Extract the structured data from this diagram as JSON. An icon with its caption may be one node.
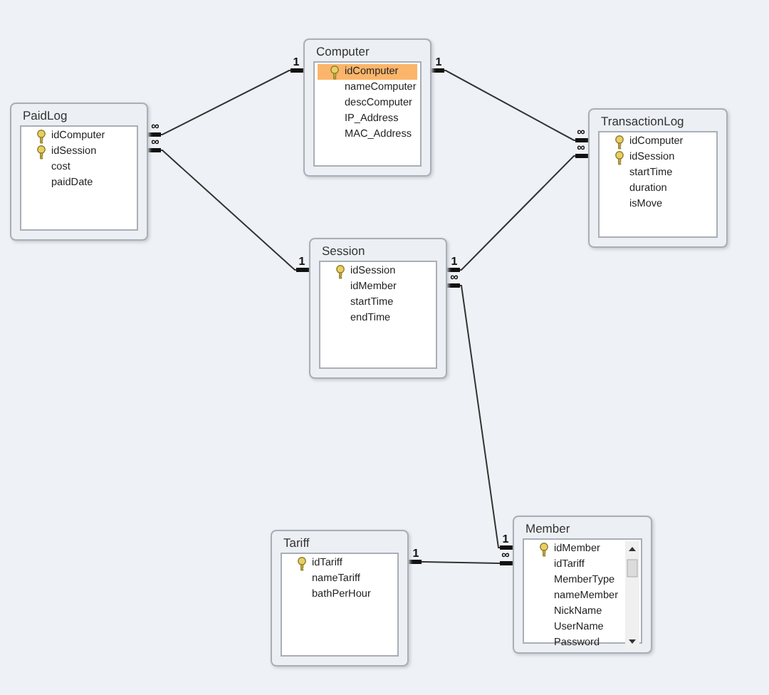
{
  "diagram": {
    "nodes": [
      {
        "text": [
          "Computer",
          "idComputer",
          "nameComputer",
          "descComputer",
          "IP_Address",
          "MAC_Address"
        ]
      },
      {
        "text": [
          "PaidLog",
          "idComputer",
          "idSession",
          "cost",
          "paidDate"
        ]
      },
      {
        "text": [
          "TransactionLog",
          "idComputer",
          "idSession",
          "startTime",
          "duration",
          "isMove"
        ]
      },
      {
        "text": [
          "Session",
          "idSession",
          "idMember",
          "startTime",
          "endTime"
        ]
      },
      {
        "text": [
          "Tariff",
          "idTariff",
          "nameTariff",
          "bathPerHour"
        ]
      },
      {
        "text": [
          "Member",
          "idMember",
          "idTariff",
          "MemberType",
          "nameMember",
          "NickName",
          "UserName",
          "Password"
        ]
      }
    ],
    "edges": [
      {
        "from": 0,
        "to": 1,
        "arrow": "other"
      },
      {
        "from": 3,
        "to": 1,
        "arrow": "other"
      },
      {
        "from": 0,
        "to": 2,
        "arrow": "other"
      },
      {
        "from": 3,
        "to": 2,
        "arrow": "other"
      },
      {
        "from": 5,
        "to": 3,
        "arrow": "other"
      },
      {
        "from": 4,
        "to": 5,
        "arrow": "other"
      }
    ],
    "labels": [
      "1",
      "∞",
      "1",
      "∞",
      "1",
      "∞",
      "1",
      "∞",
      "1",
      "∞",
      "1",
      "∞"
    ]
  }
}
